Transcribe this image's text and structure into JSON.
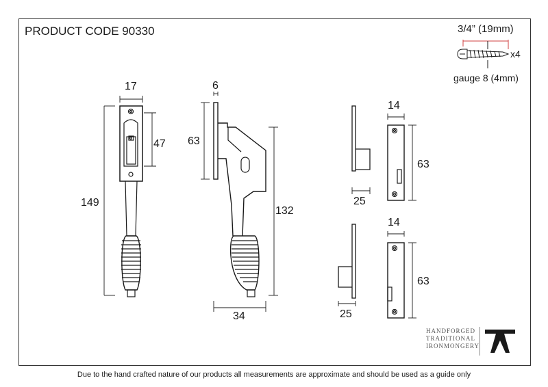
{
  "header": {
    "product_code": "PRODUCT CODE 90330"
  },
  "screw_spec": {
    "length": "3/4” (19mm)",
    "quantity": "x4",
    "gauge": "gauge 8 (4mm)"
  },
  "dimensions": {
    "fastener_width": "17",
    "fastener_slot_height": "47",
    "fastener_total_height": "149",
    "side_plate_thickness": "6",
    "side_plate_height": "63",
    "side_total_height": "132",
    "side_projection": "34",
    "keep_top_width": "14",
    "keep_top_height": "63",
    "keep_top_depth": "25",
    "keep_bottom_width": "14",
    "keep_bottom_height": "63",
    "keep_bottom_depth": "25"
  },
  "logo": {
    "line1": "HANDFORGED",
    "line2": "TRADITIONAL",
    "line3": "IRONMONGERY",
    "icon": "anvil-icon"
  },
  "footer": {
    "disclaimer": "Due to the hand crafted nature of our products all measurements are approximate and should be used as a guide only"
  },
  "colors": {
    "line": "#1a1a1a",
    "accent": "#d04040"
  }
}
